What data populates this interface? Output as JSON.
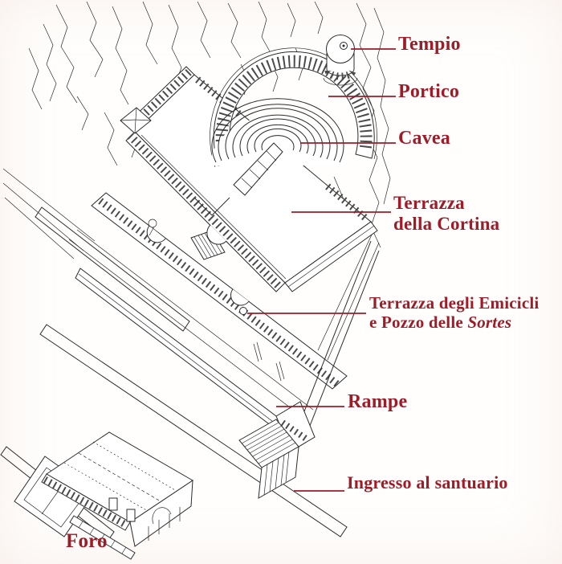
{
  "figure": {
    "type": "axonometric-reconstruction-diagram",
    "subject": "Santuario (ricostruzione assonometrica)"
  },
  "colors": {
    "label_red": "#9c1c28",
    "line_ink": "#2b2b2b",
    "paper": "#fffefc",
    "stipple": "#2f2f2f"
  },
  "labels": [
    {
      "id": "tempio",
      "text": "Tempio"
    },
    {
      "id": "portico",
      "text": "Portico"
    },
    {
      "id": "cavea",
      "text": "Cavea"
    },
    {
      "id": "terrazza-della-cortina",
      "line1": "Terrazza",
      "line2": "della Cortina"
    },
    {
      "id": "terrazza-degli-emicicli",
      "line1": "Terrazza degli Emicicli",
      "line2_prefix": "e Pozzo delle ",
      "line2_italic": "Sortes"
    },
    {
      "id": "rampe",
      "text": "Rampe"
    },
    {
      "id": "ingresso",
      "text": "Ingresso al santuario"
    },
    {
      "id": "foro",
      "text": "Foro"
    }
  ],
  "drawing_parts": [
    "rock-face",
    "tholos-temple",
    "portico-colonnade",
    "cavea-steps",
    "cortina-terrace",
    "emicicli-terrace",
    "pozzo-well",
    "ramps",
    "entrance-road",
    "propylon-gate",
    "foro-court",
    "basilica"
  ]
}
